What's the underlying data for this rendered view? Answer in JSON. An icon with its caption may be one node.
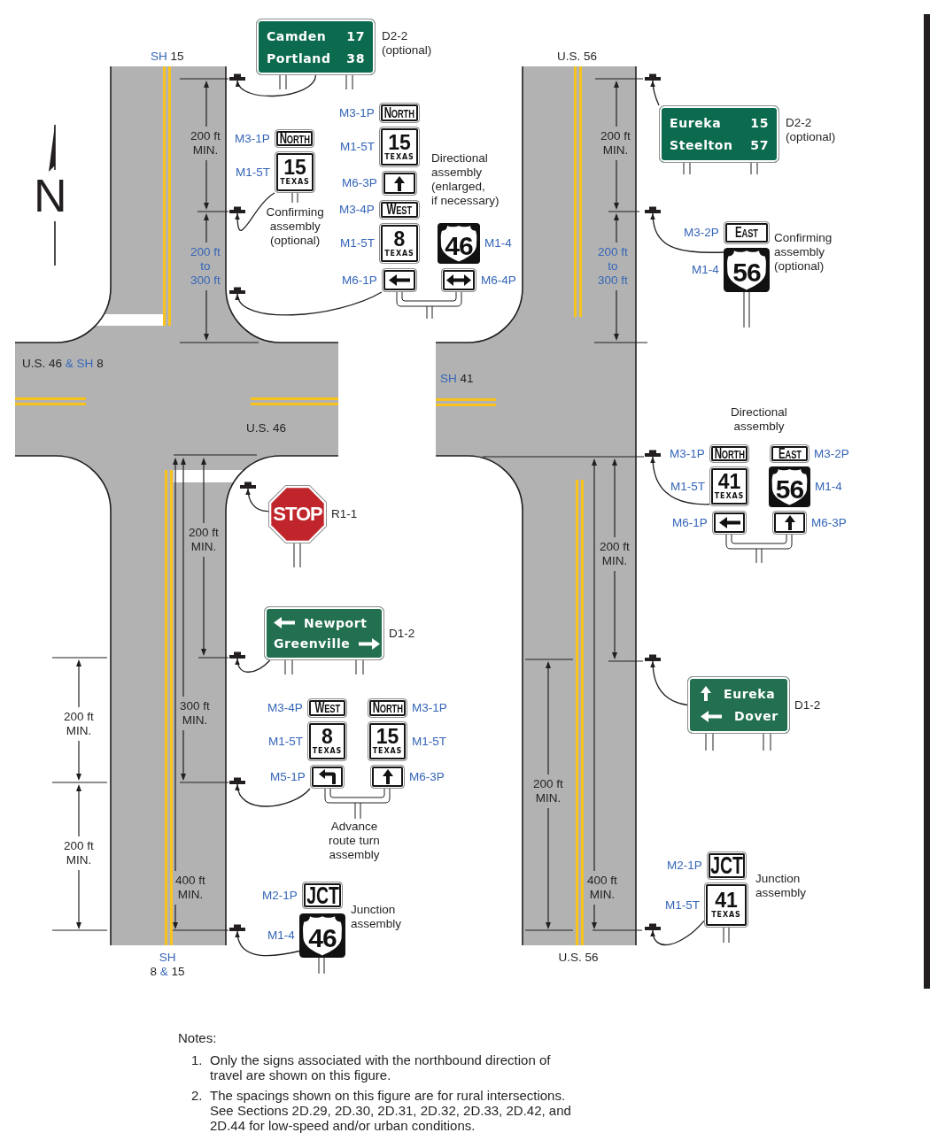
{
  "diagram": {
    "nodes": [
      {
        "text": [
          "Camden",
          "17",
          "Portland",
          "38"
        ],
        "beside": [
          "D2-2 (optional)"
        ]
      },
      {
        "text": [],
        "shape": "bar"
      },
      {
        "text": [
          "NORTH"
        ],
        "beside": [
          "M3-1P"
        ]
      },
      {
        "text": [
          "15",
          "TEXAS"
        ],
        "beside": [
          "M1-5T"
        ]
      },
      {
        "text": [],
        "shape": "bar"
      },
      {
        "text": [
          "NORTH"
        ],
        "beside": [
          "M3-1P"
        ]
      },
      {
        "text": [
          "15",
          "TEXAS"
        ],
        "beside": [
          "M1-5T"
        ]
      },
      {
        "text": [],
        "shape": "box",
        "beside": [
          "M6-3P"
        ]
      },
      {
        "text": [
          "WEST"
        ],
        "beside": [
          "M3-4P"
        ]
      },
      {
        "text": [
          "8",
          "TEXAS"
        ],
        "beside": [
          "M1-5T"
        ]
      },
      {
        "text": [
          "46"
        ],
        "beside": [
          "M1-4"
        ]
      },
      {
        "text": [],
        "shape": "box",
        "beside": [
          "M6-1P"
        ]
      },
      {
        "text": [],
        "shape": "box",
        "beside": [
          "M6-4P"
        ]
      },
      {
        "text": [],
        "shape": "bar"
      },
      {
        "text": [],
        "shape": "bar"
      },
      {
        "text": [
          "Eureka",
          "15",
          "Steelton",
          "57"
        ],
        "beside": [
          "D2-2 (optional)"
        ]
      },
      {
        "text": [],
        "shape": "bar"
      },
      {
        "text": [
          "EAST"
        ],
        "beside": [
          "M3-2P"
        ]
      },
      {
        "text": [
          "56"
        ],
        "beside": [
          "M1-4"
        ]
      },
      {
        "text": [],
        "shape": "bar"
      },
      {
        "text": [
          "NORTH"
        ],
        "beside": [
          "M3-1P"
        ]
      },
      {
        "text": [
          "EAST"
        ],
        "beside": [
          "M3-2P"
        ]
      },
      {
        "text": [
          "41",
          "TEXAS"
        ],
        "beside": [
          "M1-5T"
        ]
      },
      {
        "text": [
          "56"
        ],
        "beside": [
          "M1-4"
        ]
      },
      {
        "text": [],
        "shape": "box",
        "beside": [
          "M6-1P"
        ]
      },
      {
        "text": [],
        "shape": "box",
        "beside": [
          "M6-3P"
        ]
      },
      {
        "text": [],
        "shape": "bar"
      },
      {
        "text": [
          "STOP"
        ],
        "beside": [
          "R1-1"
        ]
      },
      {
        "text": [
          "Newport",
          "Greenville"
        ],
        "beside": [
          "D1-2"
        ]
      },
      {
        "text": [],
        "shape": "bar"
      },
      {
        "text": [
          "WEST"
        ],
        "beside": [
          "M3-4P"
        ]
      },
      {
        "text": [
          "NORTH"
        ],
        "beside": [
          "M3-1P"
        ]
      },
      {
        "text": [
          "8",
          "TEXAS"
        ],
        "beside": [
          "M1-5T"
        ]
      },
      {
        "text": [
          "15",
          "TEXAS"
        ],
        "beside": [
          "M1-5T"
        ]
      },
      {
        "text": [],
        "shape": "box",
        "beside": [
          "M5-1P"
        ]
      },
      {
        "text": [],
        "shape": "box",
        "beside": [
          "M6-3P"
        ]
      },
      {
        "text": [],
        "shape": "bar"
      },
      {
        "text": [
          "JCT"
        ],
        "beside": [
          "M2-1P"
        ]
      },
      {
        "text": [
          "46"
        ],
        "beside": [
          "M1-4"
        ]
      },
      {
        "text": [],
        "shape": "bar"
      },
      {
        "text": [],
        "shape": "bar"
      },
      {
        "text": [
          "Eureka",
          "Dover"
        ],
        "beside": [
          "D1-2"
        ]
      },
      {
        "text": [
          "JCT"
        ],
        "beside": [
          "M2-1P"
        ]
      },
      {
        "text": [
          "41",
          "TEXAS"
        ],
        "beside": [
          "M1-5T"
        ]
      },
      {
        "text": [],
        "shape": "bar"
      }
    ],
    "edges": [
      {
        "from": 0,
        "to": 1,
        "arrow": "to"
      },
      {
        "from": 3,
        "to": 4,
        "arrow": "to"
      },
      {
        "from": 11,
        "to": 13,
        "arrow": "to"
      },
      {
        "from": 15,
        "to": 14,
        "arrow": "to"
      },
      {
        "from": 18,
        "to": 16,
        "arrow": "to"
      },
      {
        "from": 22,
        "to": 19,
        "arrow": "to"
      },
      {
        "from": 27,
        "to": 26,
        "arrow": "to"
      },
      {
        "from": 28,
        "to": 29,
        "arrow": "to"
      },
      {
        "from": 34,
        "to": 36,
        "arrow": "to"
      },
      {
        "from": 38,
        "to": 39,
        "arrow": "to"
      },
      {
        "from": 41,
        "to": 40,
        "arrow": "to"
      },
      {
        "from": 43,
        "to": 44,
        "arrow": "to"
      }
    ],
    "labels": [
      "SH 15",
      "U.S. 56",
      "200 ft MIN.",
      "200 ft MIN.",
      "Directional assembly (enlarged, if necessary)",
      "N",
      "Confirming assembly (optional)",
      "Confirming assembly (optional)",
      "200 ft to 300 ft",
      "200 ft to 300 ft",
      "U.S. 46 & SH 8",
      "SH 41",
      "Directional assembly",
      "U.S. 46",
      "200 ft MIN.",
      "200 ft MIN.",
      "300 ft MIN.",
      "200 ft MIN.",
      "200 ft MIN.",
      "Advance route turn assembly",
      "200 ft MIN.",
      "Junction assembly",
      "400 ft MIN.",
      "400 ft MIN.",
      "Junction assembly",
      "SH 8 & 15",
      "U.S. 56",
      "Notes:",
      "1.",
      "Only the signs associated with the northbound direction of travel are shown on this figure.",
      "2.",
      "The spacings shown on this figure are for rural intersections. See Sections 2D.29, 2D.30, 2D.31, 2D.32, 2D.33, 2D.42, and 2D.44 for low-speed and/or urban conditions."
    ]
  }
}
